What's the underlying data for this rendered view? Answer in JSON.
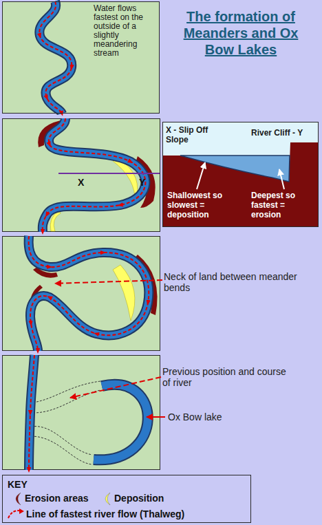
{
  "diagram": {
    "title": "The formation of Meanders and Ox Bow Lakes",
    "nodes": [
      {
        "text": [
          "Water flows fastest on the outside of a slightly meandering stream"
        ]
      },
      {
        "text": [
          "X - Slip Off Slope",
          "River Cliff - Y",
          "Shallowest so slowest = deposition",
          "Deepest so fastest = erosion"
        ]
      },
      {
        "text": [
          "KEY"
        ]
      }
    ],
    "labels": [
      "X",
      "Y",
      "Neck of land between meander bends",
      "Previous position and course of river",
      "Ox Bow lake"
    ],
    "legend": [
      {
        "text": "Erosion areas",
        "color": "#800d0d"
      },
      {
        "text": "Deposition",
        "color": "#ffff66"
      },
      {
        "text": "Line of fastest river flow (Thalweg)"
      }
    ]
  }
}
